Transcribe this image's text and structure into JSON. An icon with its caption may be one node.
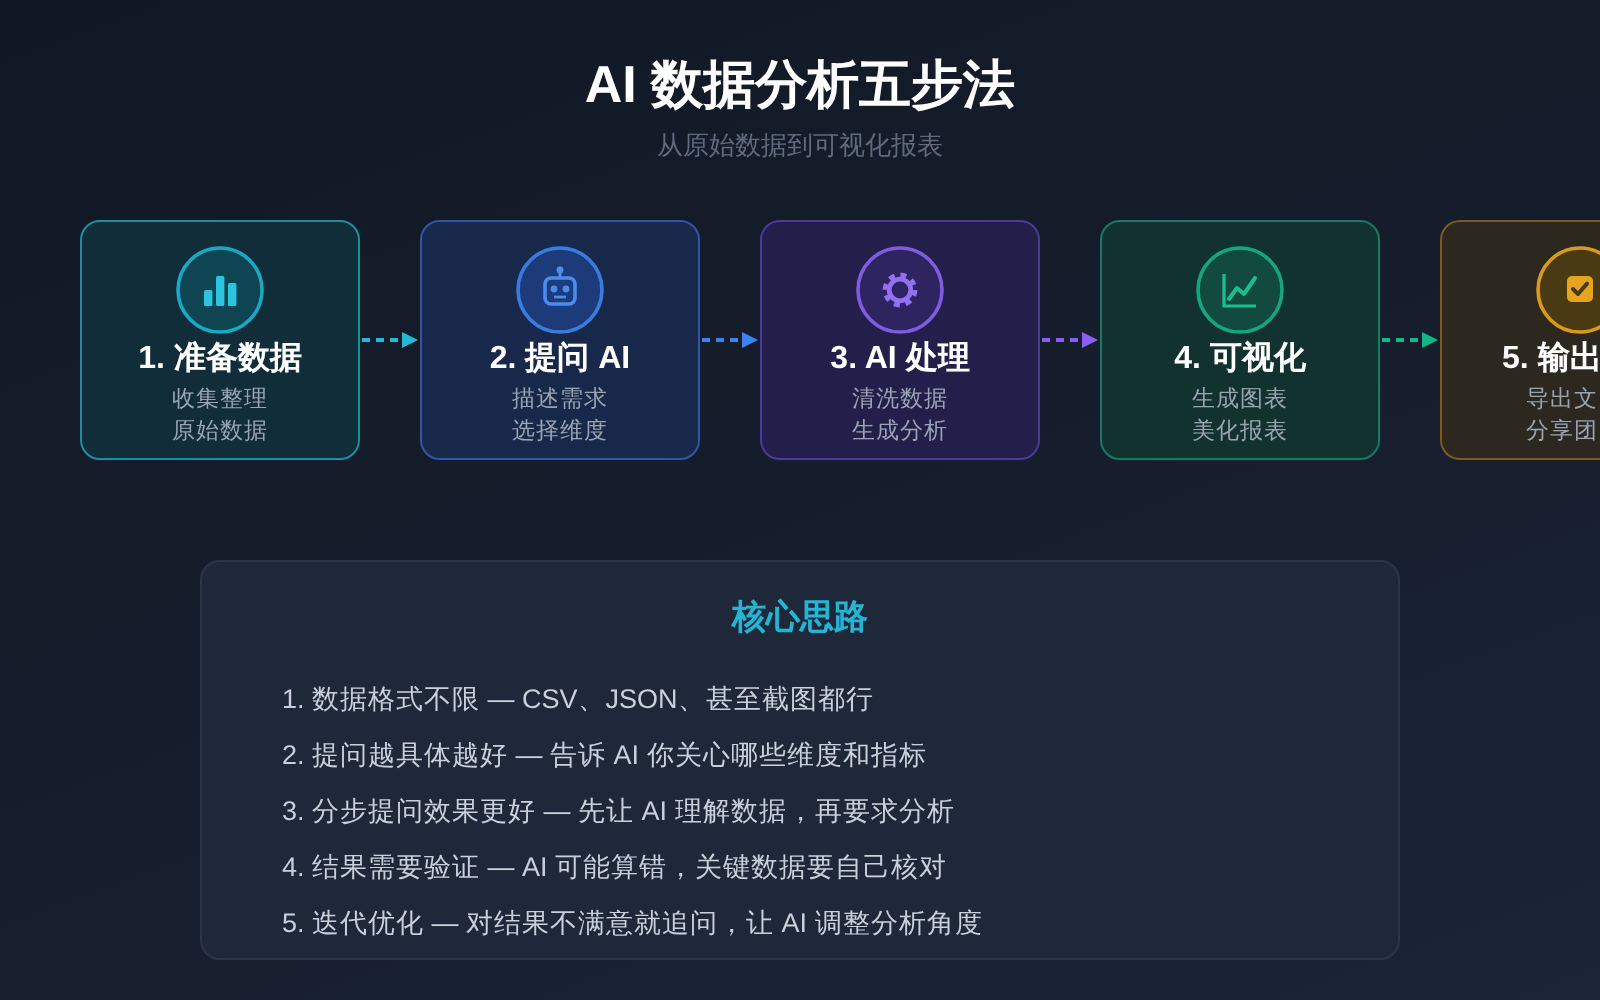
{
  "diagram": {
    "title": "AI 数据分析五步法",
    "nodes": [
      {
        "text": [
          "1. 准备数据",
          "收集整理原始数据"
        ]
      },
      {
        "text": [
          "2. 提问 AI",
          "描述需求选择维度"
        ]
      },
      {
        "text": [
          "3. AI 处理",
          "清洗数据生成分析"
        ]
      },
      {
        "text": [
          "4. 可视化",
          "生成图表美化报表"
        ]
      },
      {
        "text": [
          "5. 输出",
          "导出文分享团"
        ]
      },
      {
        "text": [
          "核心思路",
          "1. 数据格式不限 — CSV、JSON、甚至截图都行",
          "2. 提问越具体越好 — 告诉 AI 你关心哪些维度和指标",
          "3. 分步提问效果更好 — 先让 AI 理解数据，再要求分析",
          "4. 结果需要验证 — AI 可能算错，关键数据要自己核对",
          "5. 迭代优化 — 对结果不满意就追问，让 AI 调整分析角度"
        ]
      }
    ],
    "edges": [
      {
        "from": 0,
        "to": 1,
        "arrow": "to",
        "style": "dashed",
        "color": "#22b8d8"
      },
      {
        "from": 1,
        "to": 2,
        "arrow": "to",
        "style": "dashed",
        "color": "#3b82f6"
      },
      {
        "from": 2,
        "to": 3,
        "arrow": "to",
        "style": "dashed",
        "color": "#8b5cf6"
      },
      {
        "from": 3,
        "to": 4,
        "arrow": "to",
        "style": "dashed",
        "color": "#10b981"
      }
    ],
    "labels": [
      "从原始数据到可视化报表"
    ]
  }
}
